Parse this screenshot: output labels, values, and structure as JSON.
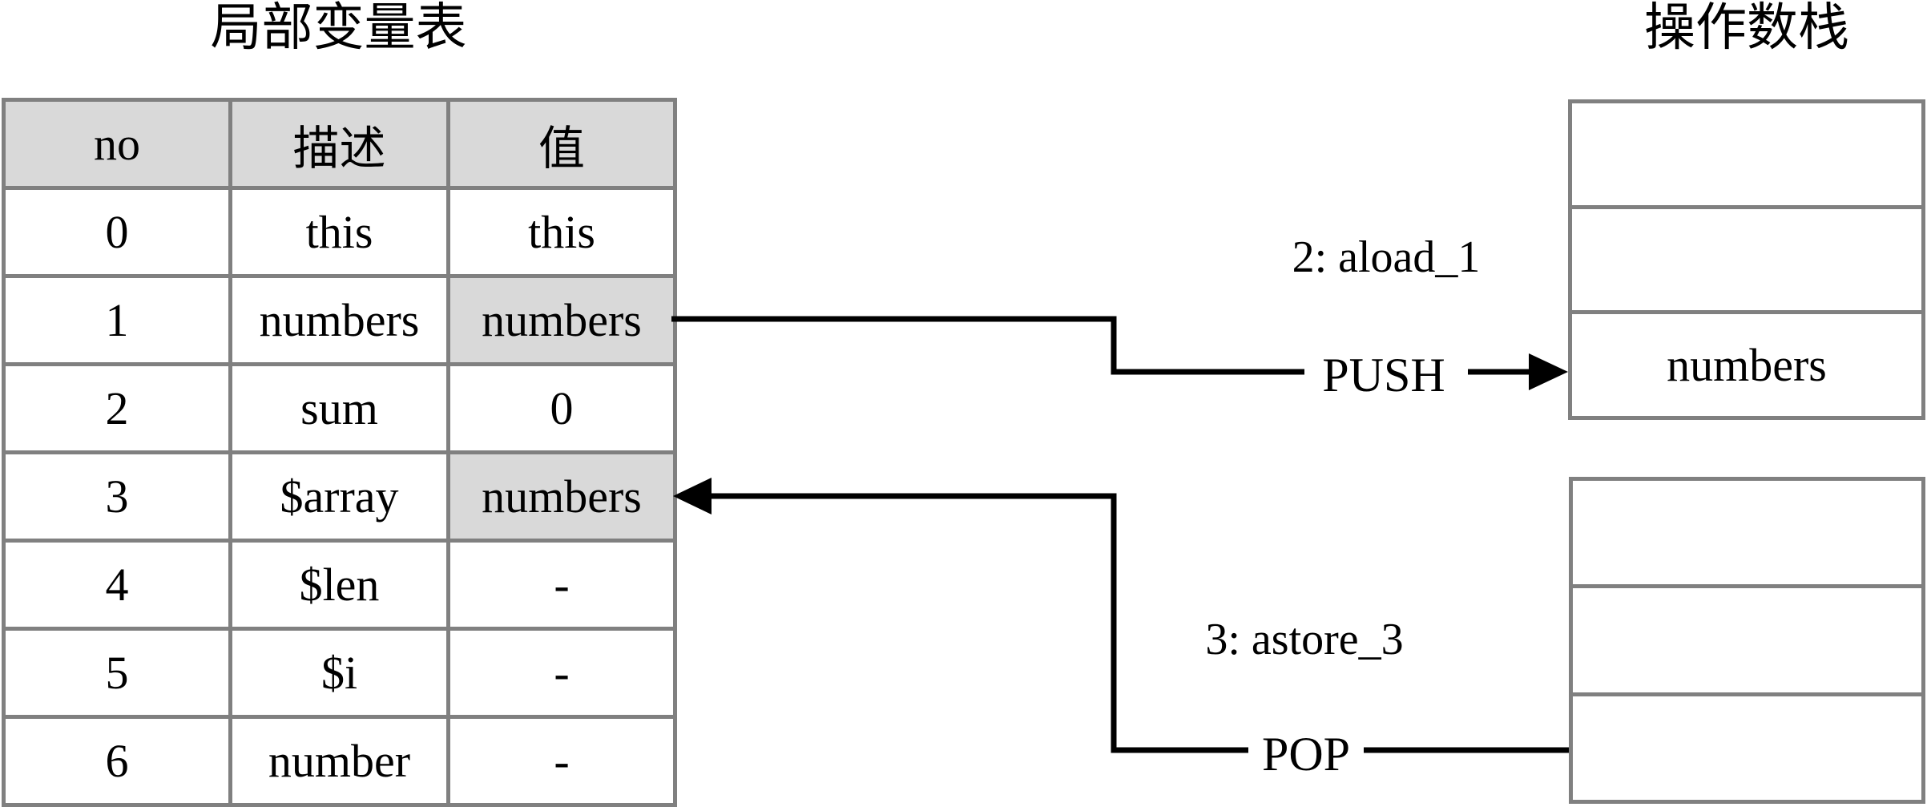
{
  "titles": {
    "local_variable_table": "局部变量表",
    "operand_stack": "操作数栈"
  },
  "variable_table": {
    "headers": [
      "no",
      "描述",
      "值"
    ],
    "rows": [
      {
        "no": "0",
        "desc": "this",
        "value": "this",
        "highlighted": false
      },
      {
        "no": "1",
        "desc": "numbers",
        "value": "numbers",
        "highlighted": true
      },
      {
        "no": "2",
        "desc": "sum",
        "value": "0",
        "highlighted": false
      },
      {
        "no": "3",
        "desc": "$array",
        "value": "numbers",
        "highlighted": true
      },
      {
        "no": "4",
        "desc": "$len",
        "value": "-",
        "highlighted": false
      },
      {
        "no": "5",
        "desc": "$i",
        "value": "-",
        "highlighted": false
      },
      {
        "no": "6",
        "desc": "number",
        "value": "-",
        "highlighted": false
      }
    ]
  },
  "operations": {
    "aload": {
      "label": "2: aload_1",
      "action": "PUSH"
    },
    "astore": {
      "label": "3: astore_3",
      "action": "POP"
    }
  },
  "operand_stacks": {
    "push_stack": {
      "cells": [
        "",
        "",
        "numbers"
      ]
    },
    "pop_stack": {
      "cells": [
        "",
        "",
        ""
      ]
    }
  },
  "colors": {
    "highlight_background": "#d9d9d9",
    "table_border": "#808080",
    "connector_line": "#000000"
  }
}
